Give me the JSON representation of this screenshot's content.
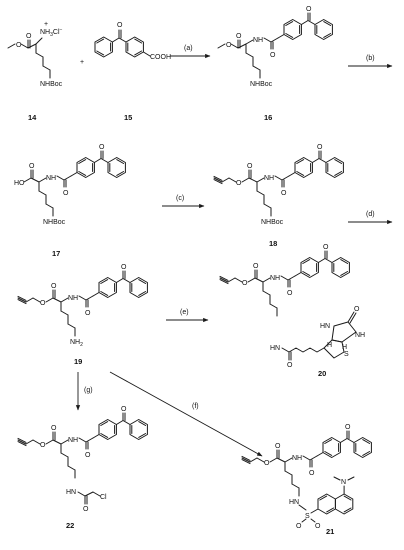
{
  "compounds": {
    "c14": {
      "number": "14",
      "ester_o": "O",
      "nh3": "NH",
      "nh3_sub": "3",
      "plus": "+",
      "cl": "Cl",
      "cl_sup": "−",
      "amine": "NHBoc"
    },
    "c15": {
      "number": "15",
      "ketone_o": "O",
      "acid": "COOH"
    },
    "c16": {
      "number": "16",
      "ketone_o": "O",
      "ester_o1": "O",
      "ester_o2": "O",
      "nh": "NH",
      "amide_o": "O",
      "amine": "NHBoc"
    },
    "c17": {
      "number": "17",
      "ketone_o": "O",
      "acid_o1": "O",
      "acid_oh": "HO",
      "nh": "NH",
      "amide_o": "O",
      "amine": "NHBoc"
    },
    "c18": {
      "number": "18",
      "ketone_o": "O",
      "ester_o1": "O",
      "ester_o2": "O",
      "nh": "NH",
      "amide_o": "O",
      "amine": "NHBoc"
    },
    "c19": {
      "number": "19",
      "ketone_o": "O",
      "ester_o1": "O",
      "ester_o2": "O",
      "nh": "NH",
      "amide_o": "O",
      "amine": "NH",
      "amine_sub": "2"
    },
    "c20": {
      "number": "20",
      "ketone_o": "O",
      "ester_o1": "O",
      "ester_o2": "O",
      "nh": "NH",
      "amide_o": "O",
      "hn": "HN",
      "hn2": "HN",
      "nh2": "NH",
      "urea_o": "O",
      "h1": "H",
      "h2": "H",
      "s": "S",
      "o3": "O"
    },
    "c21": {
      "number": "21",
      "ketone_o": "O",
      "ester_o1": "O",
      "ester_o2": "O",
      "nh": "NH",
      "amide_o": "O",
      "hn": "HN",
      "s": "S",
      "so1": "O",
      "so2": "O",
      "n": "N"
    },
    "c22": {
      "number": "22",
      "ketone_o": "O",
      "ester_o1": "O",
      "ester_o2": "O",
      "nh": "NH",
      "amide_o": "O",
      "hn": "HN",
      "o3": "O",
      "cl": "Cl"
    }
  },
  "plus_sign": "+",
  "steps": {
    "a": "(a)",
    "b": "(b)",
    "c": "(c)",
    "d": "(d)",
    "e": "(e)",
    "f": "(f)",
    "g": "(g)"
  }
}
